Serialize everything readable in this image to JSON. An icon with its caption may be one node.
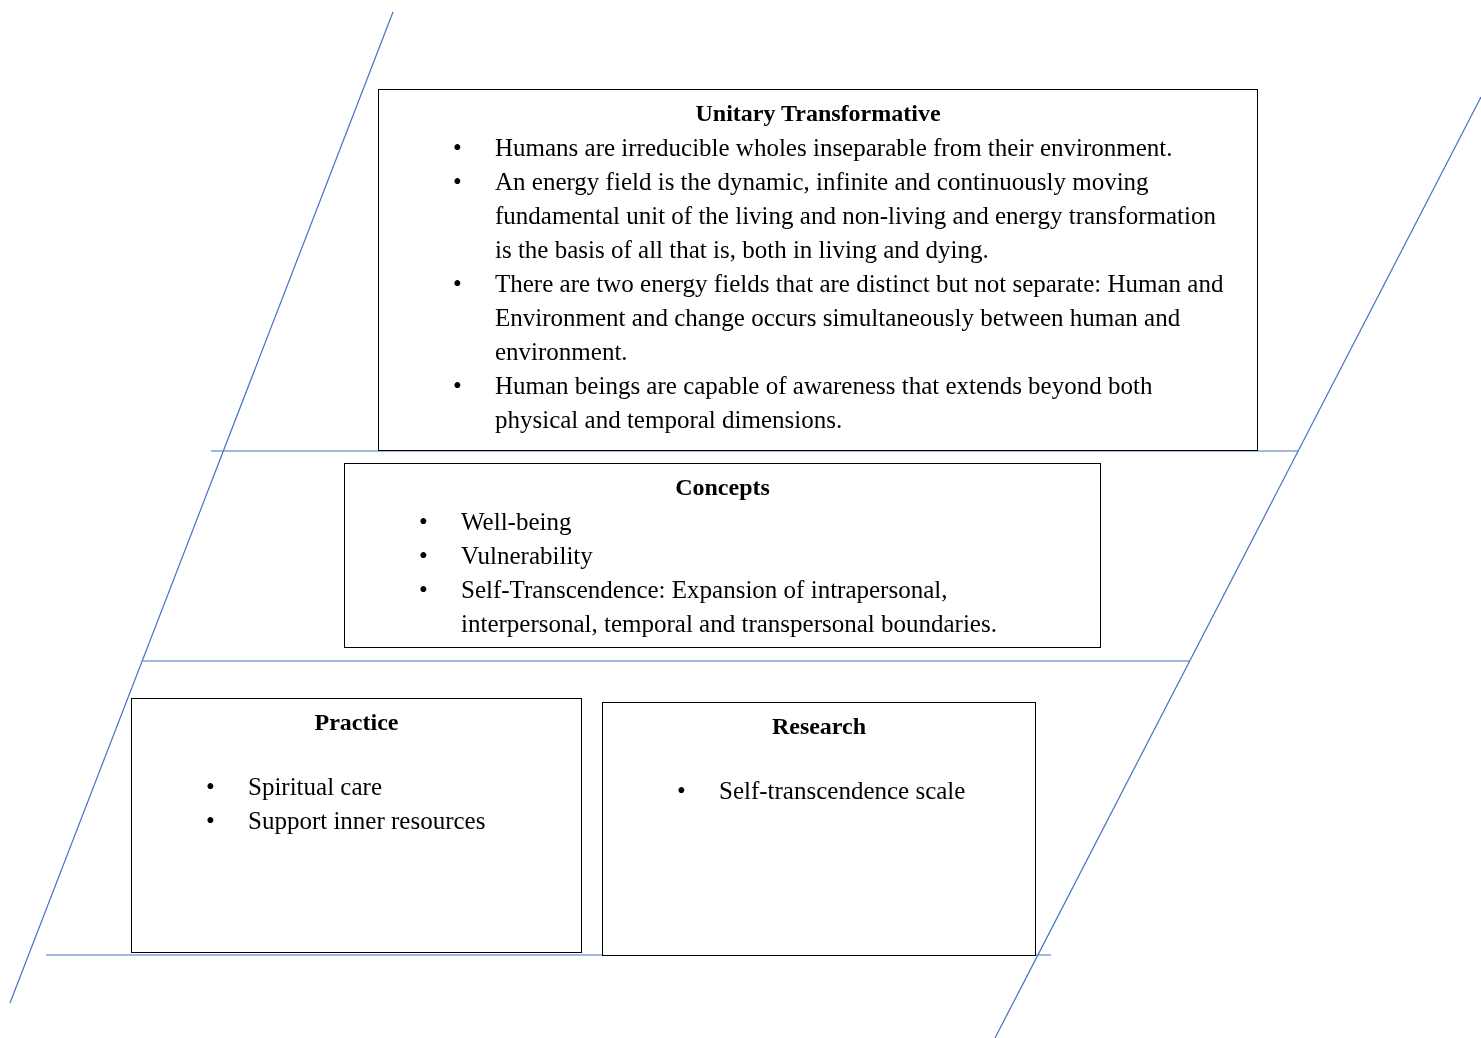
{
  "diagram": {
    "nodes": [
      {
        "text": [
          "Unitary Transformative",
          "• Humans are irreducible wholes inseparable from their environment.",
          "• An energy field is the dynamic, infinite and continuously moving fundamental unit of the living and non-living and energy transformation is the basis of all that is, both in living and dying.",
          "• There are two energy fields that are distinct but not separate: Human and Environment and change occurs simultaneously between human and environment.",
          "• Human beings are capable of awareness that extends beyond both physical and temporal dimensions."
        ]
      },
      {
        "text": [
          "Concepts",
          "• Well-being",
          "• Vulnerability",
          "• Self-Transcendence: Expansion of intrapersonal, interpersonal, temporal and transpersonal boundaries."
        ]
      },
      {
        "text": [
          "Practice",
          "• Spiritual care",
          "• Support inner resources"
        ]
      },
      {
        "text": [
          "Research",
          "• Self-transcendence scale"
        ]
      }
    ],
    "edges": []
  }
}
